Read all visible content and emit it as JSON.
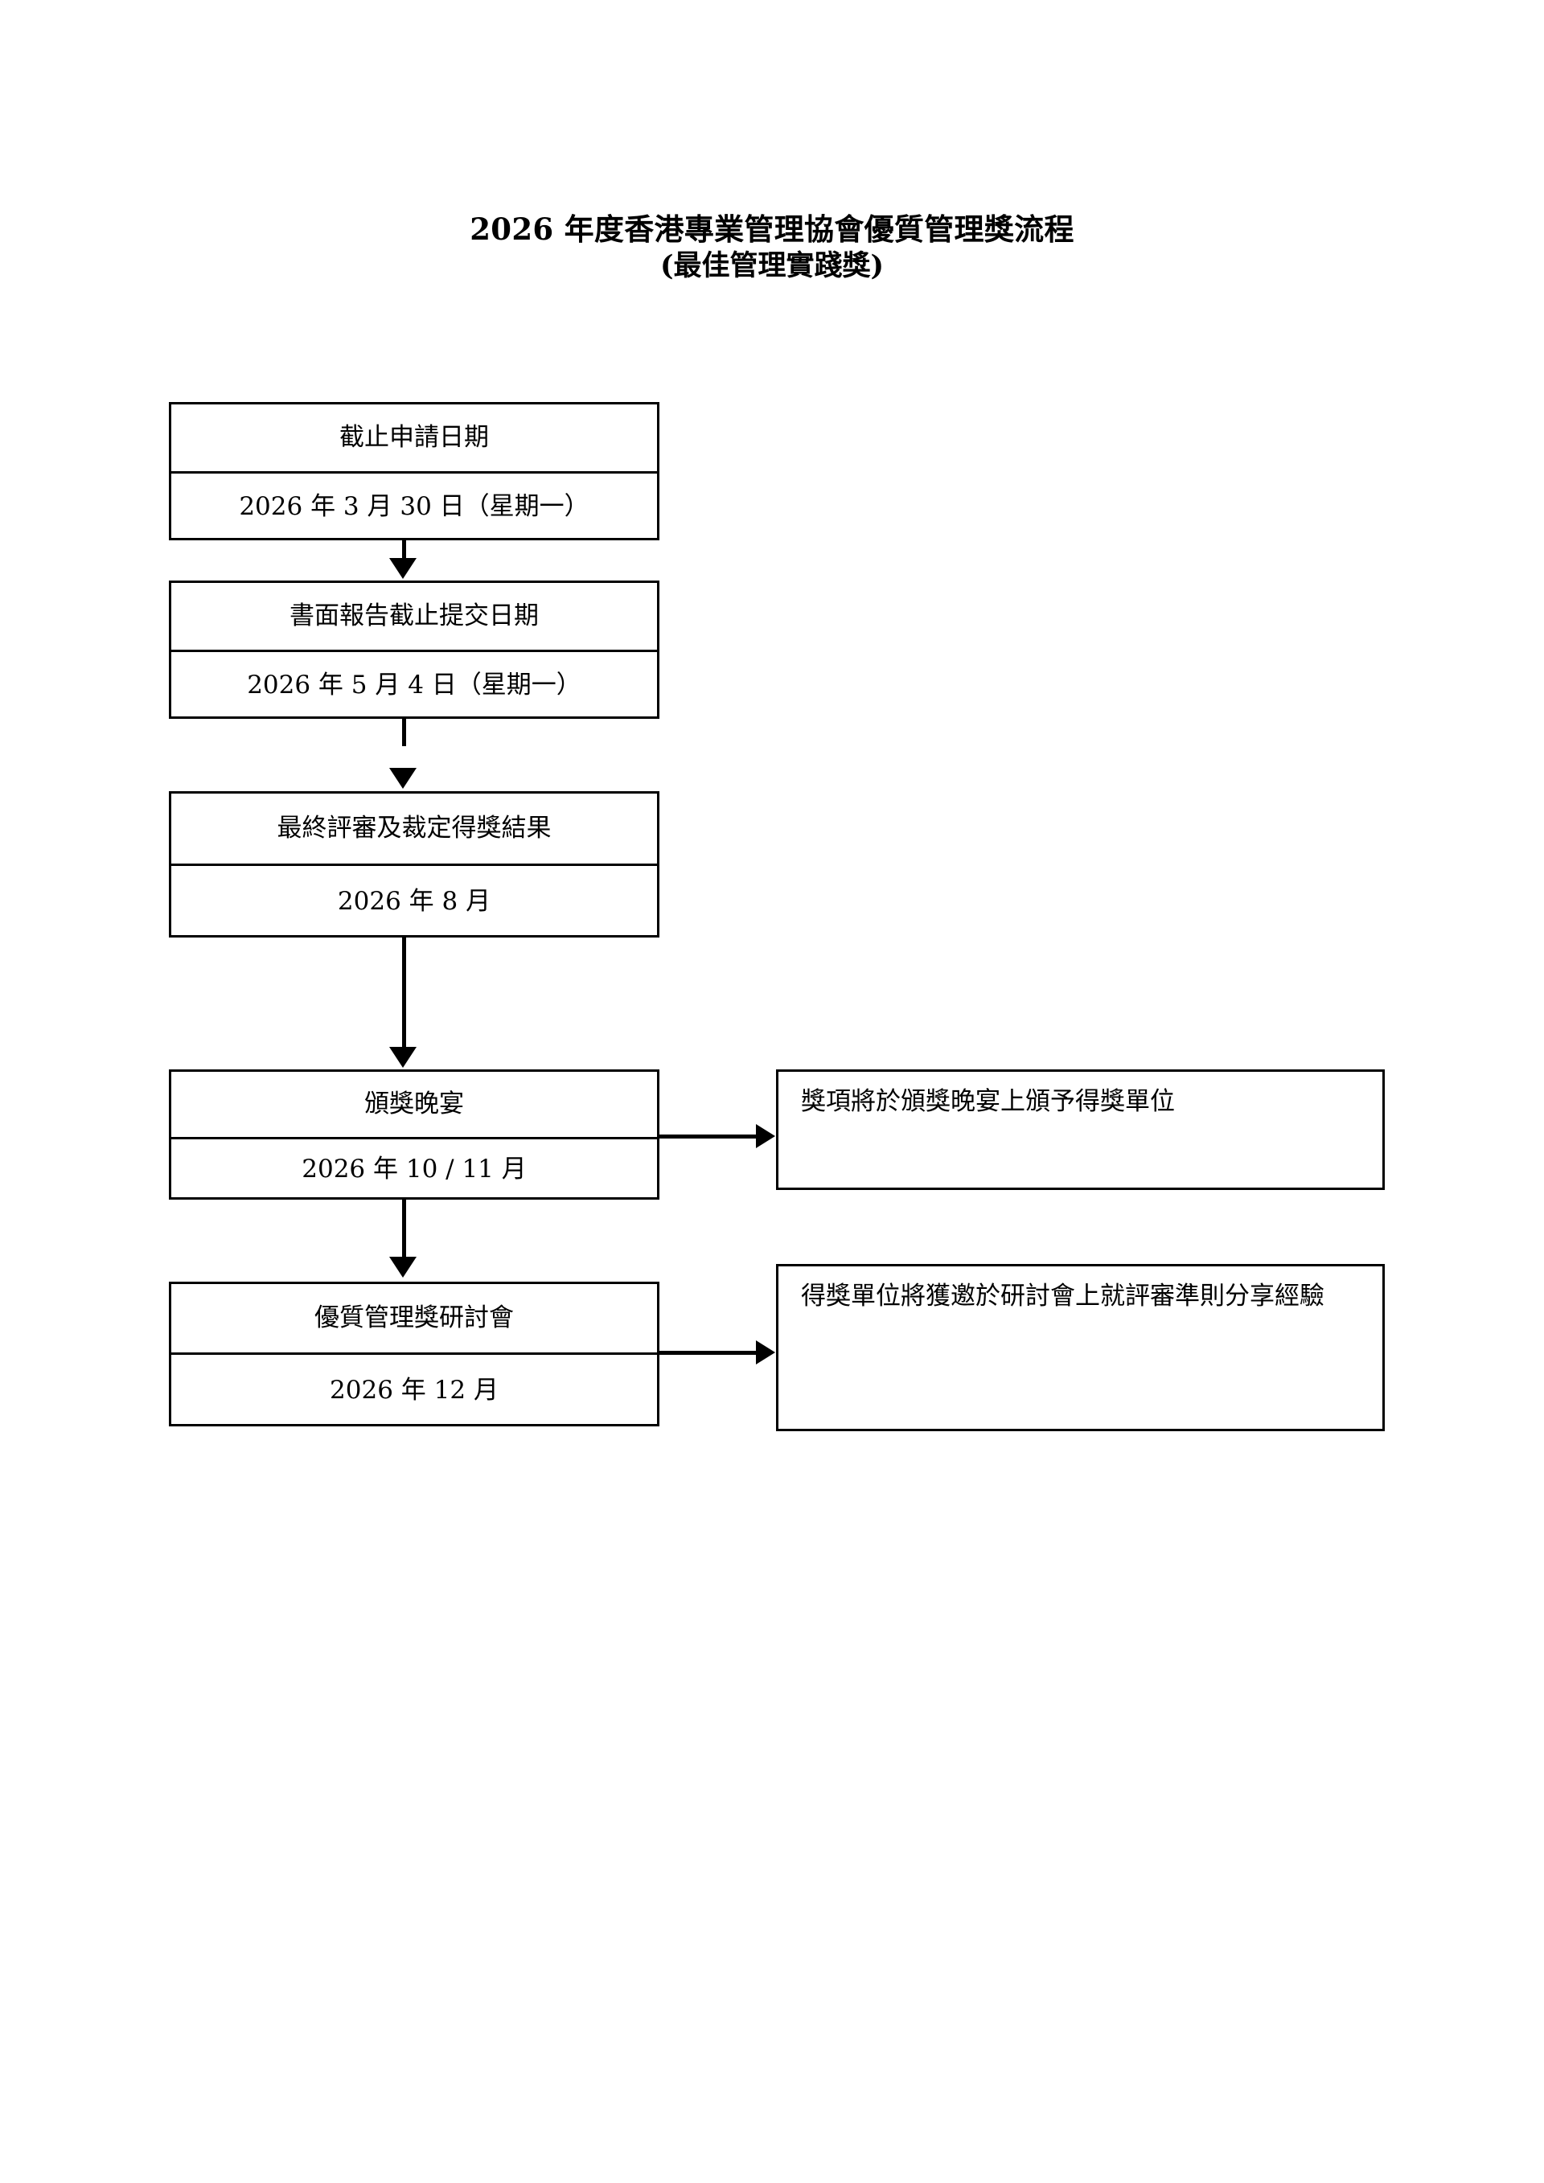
{
  "document": {
    "title_line1": "2026 年度香港專業管理協會優質管理獎流程",
    "title_line2": "(最佳管理實踐獎)"
  },
  "flow": {
    "steps": [
      {
        "id": "deadline",
        "label": "截止申請日期",
        "date": "2026 年 3 月 30 日（星期一）"
      },
      {
        "id": "report",
        "label": "書面報告截止提交日期",
        "date": "2026 年 5 月 4 日（星期一）"
      },
      {
        "id": "judging",
        "label": "最終評審及裁定得獎結果",
        "date": "2026 年 8 月"
      },
      {
        "id": "dinner",
        "label": "頒獎晚宴",
        "date": "2026 年 10 / 11 月"
      },
      {
        "id": "seminar",
        "label": "優質管理獎研討會",
        "date": "2026 年 12 月"
      }
    ],
    "notes": [
      {
        "id": "award-note",
        "text": "獎項將於頒獎晚宴上頒予得獎單位"
      },
      {
        "id": "seminar-note",
        "text": "得獎單位將獲邀於研討會上就評審準則分享經驗"
      }
    ]
  },
  "style": {
    "line_color": "#000000",
    "background": "#ffffff",
    "text_color": "#000000"
  }
}
